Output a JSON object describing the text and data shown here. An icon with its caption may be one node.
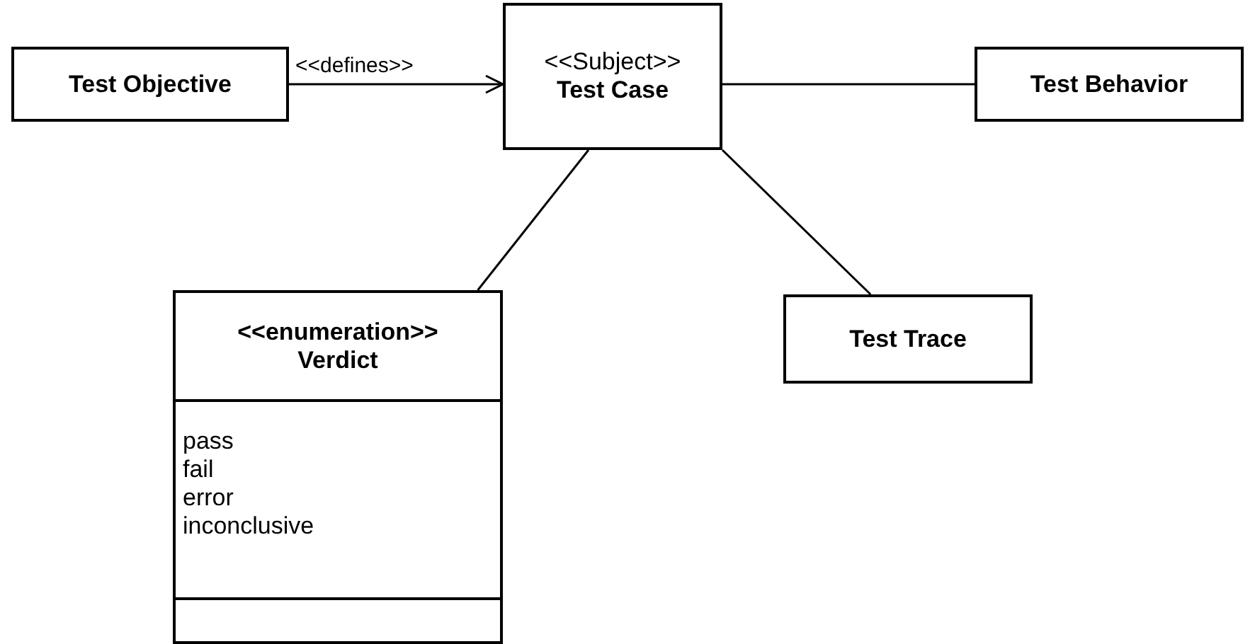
{
  "diagram": {
    "nodes": [
      {
        "text": [
          "Test Objective"
        ]
      },
      {
        "text": [
          "<<Subject>>",
          "Test Case"
        ]
      },
      {
        "text": [
          "Test Behavior"
        ]
      },
      {
        "text": [
          "<<enumeration>>",
          "Verdict",
          "pass",
          "fail",
          "error",
          "inconclusive"
        ]
      },
      {
        "text": [
          "Test Trace"
        ]
      }
    ],
    "edges": [
      {
        "from": 0,
        "to": 1,
        "arrow": "to",
        "label": "<<defines>>"
      },
      {
        "from": 1,
        "to": 2,
        "arrow": "none"
      },
      {
        "from": 1,
        "to": 3,
        "arrow": "none"
      },
      {
        "from": 1,
        "to": 4,
        "arrow": "none"
      }
    ]
  }
}
